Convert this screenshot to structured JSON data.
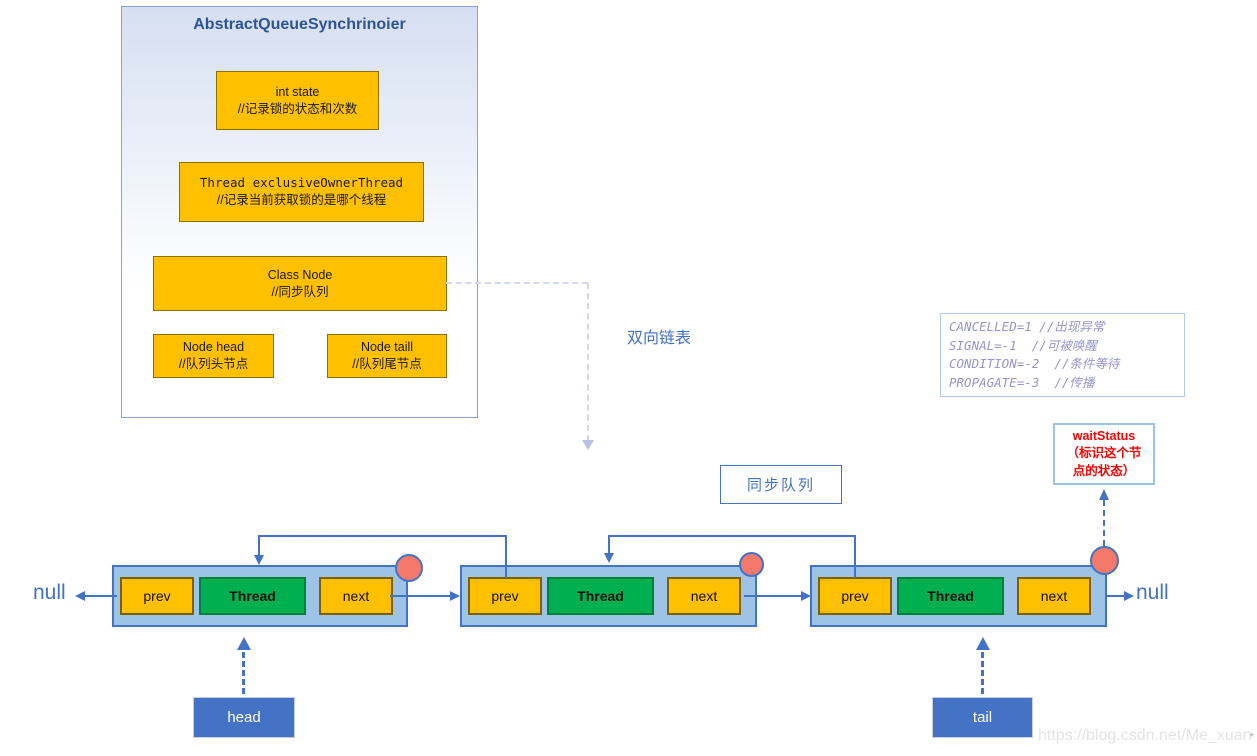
{
  "aqs": {
    "title": "AbstractQueueSynchrinoier",
    "fields": [
      {
        "name": "int state",
        "comment": "//记录锁的状态和次数"
      },
      {
        "name": "Thread exclusiveOwnerThread",
        "comment": "//记录当前获取锁的是哪个线程"
      },
      {
        "name": "Class Node",
        "comment": "//同步队列"
      },
      {
        "name": "Node head",
        "comment": "//队列头节点"
      },
      {
        "name": "Node taill",
        "comment": "//队列尾节点"
      }
    ]
  },
  "annotations": {
    "doubly_linked_list": "双向链表",
    "sync_queue": "同步队列",
    "wait_status_note": "waitStatus（标识这个节点的状态）",
    "wait_status_values": [
      "CANCELLED=1 //出现异常",
      "SIGNAL=-1  //可被唤醒",
      "CONDITION=-2  //条件等待",
      "PROPAGATE=-3  //传播"
    ]
  },
  "queue": {
    "null_left": "null",
    "null_right": "null",
    "head_label": "head",
    "tail_label": "tail",
    "nodes": [
      {
        "prev": "prev",
        "thread": "Thread",
        "next": "next"
      },
      {
        "prev": "prev",
        "thread": "Thread",
        "next": "next"
      },
      {
        "prev": "prev",
        "thread": "Thread",
        "next": "next"
      }
    ]
  },
  "watermark": "https://blog.csdn.net/Me_xuan",
  "colors": {
    "accent_blue": "#4472c4",
    "title_blue": "#2f5496",
    "node_fill_blue": "#9dc3e6",
    "field_orange": "#ffc000",
    "thread_green": "#00b050",
    "status_red": "#ff0000",
    "legend_purple": "#9695ce",
    "circle_salmon": "#f4796b"
  }
}
